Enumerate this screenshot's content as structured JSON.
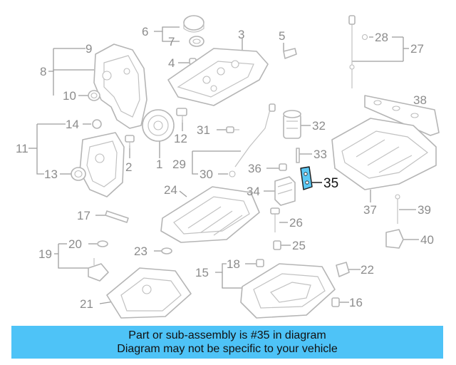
{
  "diagram": {
    "highlight_color": "#5bc8f4",
    "banner_color": "#4ec3f7",
    "highlighted_part": "35",
    "callouts": [
      "1",
      "2",
      "3",
      "4",
      "5",
      "6",
      "7",
      "8",
      "9",
      "10",
      "11",
      "12",
      "13",
      "14",
      "15",
      "16",
      "17",
      "18",
      "19",
      "20",
      "21",
      "22",
      "23",
      "24",
      "25",
      "26",
      "27",
      "28",
      "29",
      "30",
      "31",
      "32",
      "33",
      "34",
      "35",
      "36",
      "37",
      "38",
      "39",
      "40"
    ]
  },
  "banner": {
    "line1": "Part or sub-assembly is #35 in diagram",
    "line2": "Diagram may not be specific to your vehicle"
  }
}
